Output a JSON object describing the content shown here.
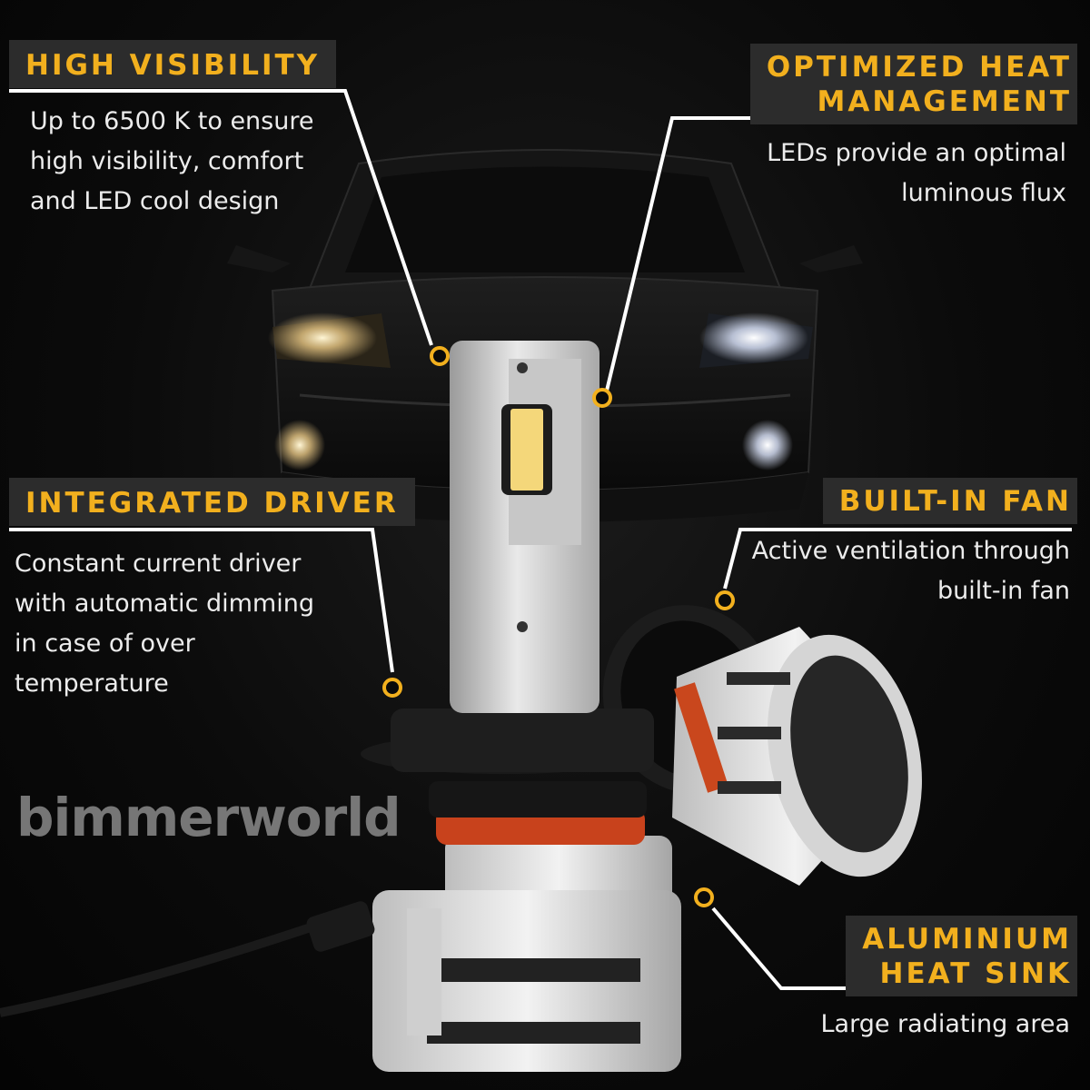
{
  "colors": {
    "accent": "#f2b01e",
    "header_bg": "#2c2c2c",
    "text": "#ececec",
    "background": "#060606"
  },
  "features": {
    "high_visibility": {
      "title": "HIGH VISIBILITY",
      "line1": "Up to 6500 K to ensure",
      "line2": "high visibility, comfort",
      "line3": "and LED cool design"
    },
    "heat_management": {
      "title_line1": "OPTIMIZED HEAT",
      "title_line2": "MANAGEMENT",
      "line1": "LEDs provide an optimal",
      "line2": "luminous flux"
    },
    "integrated_driver": {
      "title": "INTEGRATED DRIVER",
      "line1": "Constant current driver",
      "line2": "with automatic dimming",
      "line3": "in case of over",
      "line4": "temperature"
    },
    "built_in_fan": {
      "title": "BUILT-IN FAN",
      "line1": "Active ventilation through",
      "line2": "built-in fan"
    },
    "heat_sink": {
      "title_line1": "ALUMINIUM",
      "title_line2": "HEAT SINK",
      "line1": "Large radiating area"
    }
  },
  "watermark": "bimmerworld"
}
